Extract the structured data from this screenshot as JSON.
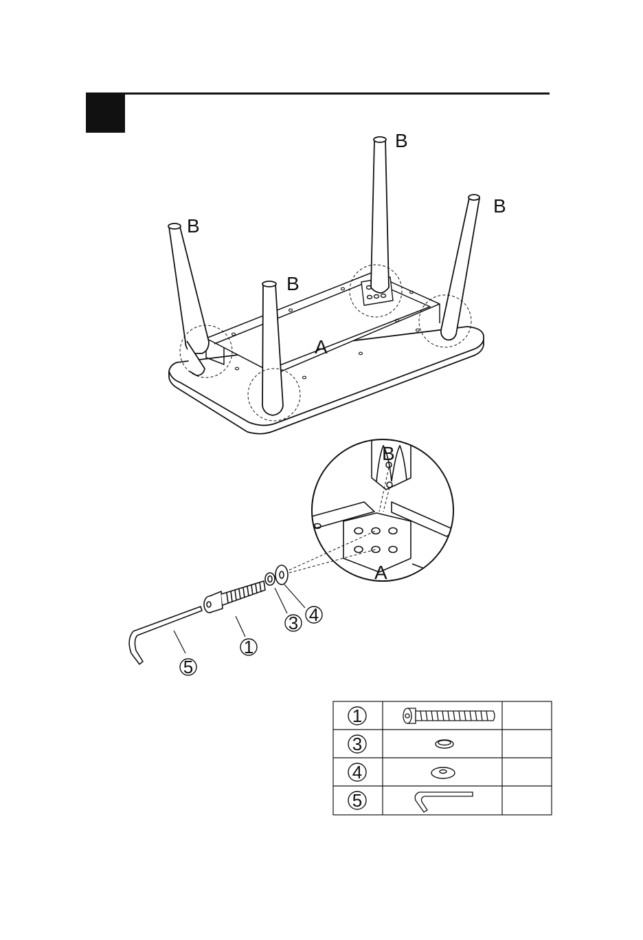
{
  "step_number": "",
  "diagram": {
    "tabletop_label": "A",
    "leg_label": "B",
    "detail": {
      "leg_label": "B",
      "tabletop_label": "A"
    },
    "callouts": {
      "bolt": "1",
      "spring_washer": "3",
      "flat_washer": "4",
      "allen_key": "5"
    }
  },
  "parts_table": {
    "rows": [
      {
        "number": "1",
        "icon": "bolt-icon",
        "quantity": ""
      },
      {
        "number": "3",
        "icon": "spring-washer-icon",
        "quantity": ""
      },
      {
        "number": "4",
        "icon": "flat-washer-icon",
        "quantity": ""
      },
      {
        "number": "5",
        "icon": "allen-key-icon",
        "quantity": ""
      }
    ]
  }
}
